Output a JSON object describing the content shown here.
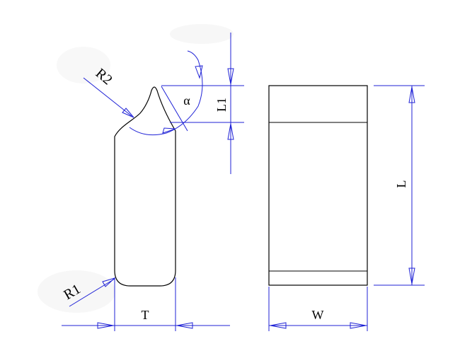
{
  "labels": {
    "r1": "R1",
    "r2": "R2",
    "alpha": "α",
    "l1": "L1",
    "l": "L",
    "t": "T",
    "w": "W"
  },
  "colors": {
    "background": "#ffffff",
    "outline": "#000000",
    "dimension": "#1f22d6"
  }
}
